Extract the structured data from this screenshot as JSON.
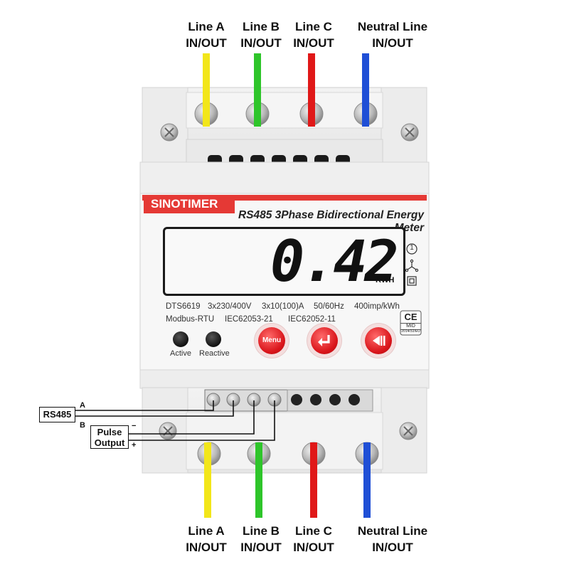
{
  "top_labels": [
    {
      "line1": "Line A",
      "line2": "IN/OUT"
    },
    {
      "line1": "Line B",
      "line2": "IN/OUT"
    },
    {
      "line1": "Line C",
      "line2": "IN/OUT"
    },
    {
      "line1": "Neutral Line",
      "line2": "IN/OUT"
    }
  ],
  "bottom_labels": [
    {
      "line1": "Line A",
      "line2": "IN/OUT"
    },
    {
      "line1": "Line B",
      "line2": "IN/OUT"
    },
    {
      "line1": "Line C",
      "line2": "IN/OUT"
    },
    {
      "line1": "Neutral Line",
      "line2": "IN/OUT"
    }
  ],
  "wire_colors": [
    "#f2e61a",
    "#2ec52a",
    "#e01818",
    "#1f4fd6"
  ],
  "brand": {
    "name": "SINOTIMER",
    "color": "#e53935"
  },
  "product_title": "RS485 3Phase Bidirectional Energy Meter",
  "display": {
    "value": "0.42",
    "unit": "KWH",
    "indicator": "1"
  },
  "specs": {
    "model": "DTS6619",
    "voltage": "3x230/400V",
    "current": "3x10(100)A",
    "frequency": "50/60Hz",
    "constant": "400imp/kWh",
    "protocol": "Modbus-RTU",
    "standard1": "IEC62053-21",
    "standard2": "IEC62052-11"
  },
  "certification": {
    "mark": "CE",
    "sub": "MID",
    "note": "2014/32/EU"
  },
  "buttons": {
    "active_label": "Active",
    "reactive_label": "Reactive",
    "menu_label": "Menu",
    "enter_icon": "enter-arrow-icon",
    "back_icon": "back-arrow-icon"
  },
  "wiring": {
    "rs485_label": "RS485",
    "pulse_label_1": "Pulse",
    "pulse_label_2": "Output",
    "terminal_a": "A",
    "terminal_b": "B",
    "minus": "−",
    "plus": "+"
  }
}
